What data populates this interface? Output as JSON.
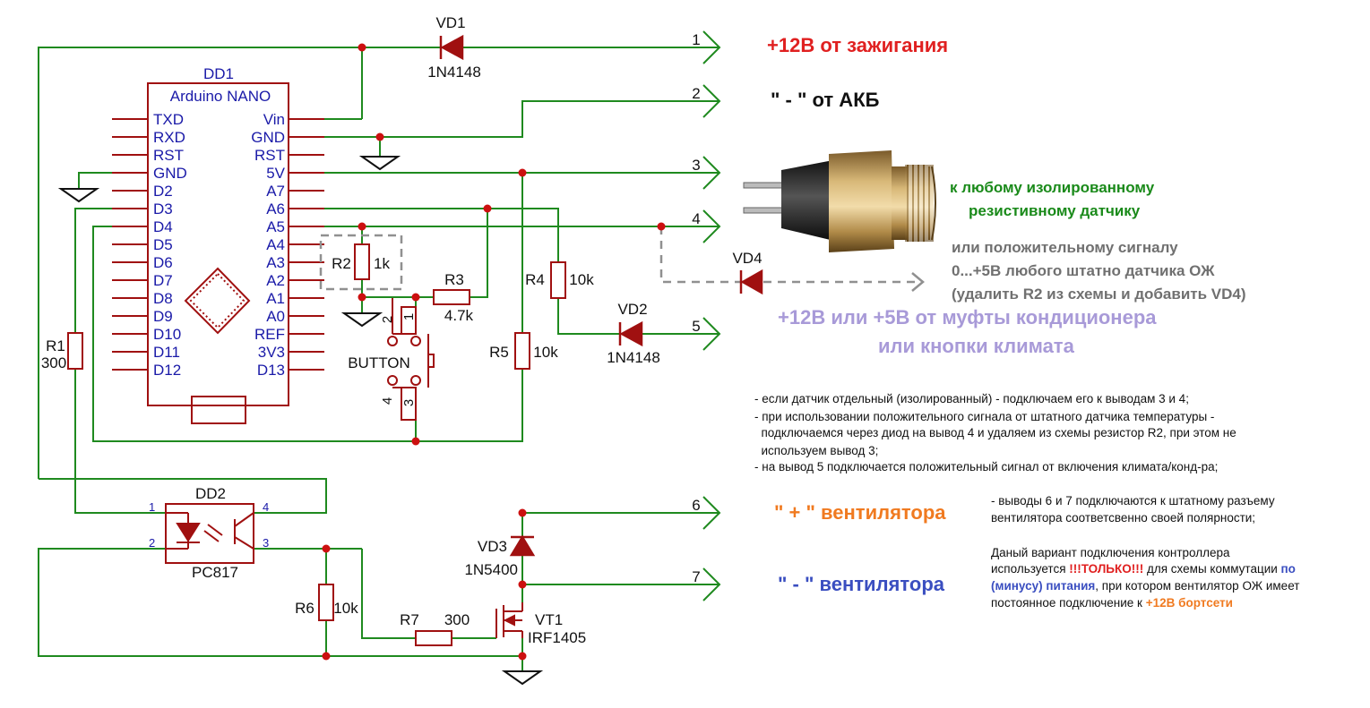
{
  "colors": {
    "wire_green": "#1f8a1f",
    "comp_red": "#a01010",
    "pin_blue": "#1a1aa8",
    "red": "#e02020",
    "green": "#1a8a1a",
    "gray": "#707070",
    "lavender": "#a89ad8",
    "orange": "#f07a20",
    "blue": "#3a4ec0"
  },
  "connectors": [
    "1",
    "2",
    "3",
    "4",
    "5",
    "6",
    "7"
  ],
  "labels": {
    "c1": "+12В от зажигания",
    "c2": "\" - \" от АКБ",
    "sensor_a": "к любому изолированному",
    "sensor_b": "резистивному датчику",
    "alt_a": "или положительному сигналу",
    "alt_b": "0...+5В любого штатно датчика ОЖ",
    "alt_c": "(удалить R2 из схемы и добавить VD4)",
    "c5_a": "+12В или +5В от муфты кондиционера",
    "c5_b": "или кнопки климата",
    "fan_plus": "\" + \" вентилятора",
    "fan_minus": "\" - \" вентилятора"
  },
  "mcu": {
    "ref": "DD1",
    "name": "Arduino NANO",
    "left_pins": [
      "TXD",
      "RXD",
      "RST",
      "GND",
      "D2",
      "D3",
      "D4",
      "D5",
      "D6",
      "D7",
      "D8",
      "D9",
      "D10",
      "D11",
      "D12"
    ],
    "right_pins": [
      "Vin",
      "GND",
      "RST",
      "5V",
      "A7",
      "A6",
      "A5",
      "A4",
      "A3",
      "A2",
      "A1",
      "A0",
      "REF",
      "3V3",
      "D13"
    ]
  },
  "parts": {
    "vd1": {
      "ref": "VD1",
      "val": "1N4148"
    },
    "vd2": {
      "ref": "VD2",
      "val": "1N4148"
    },
    "vd3": {
      "ref": "VD3",
      "val": "1N5400"
    },
    "vd4": {
      "ref": "VD4"
    },
    "r1": {
      "ref": "R1",
      "val": "300"
    },
    "r2": {
      "ref": "R2",
      "val": "1k"
    },
    "r3": {
      "ref": "R3",
      "val": "4.7k"
    },
    "r4": {
      "ref": "R4",
      "val": "10k"
    },
    "r5": {
      "ref": "R5",
      "val": "10k"
    },
    "r6": {
      "ref": "R6",
      "val": "10k"
    },
    "r7": {
      "ref": "R7",
      "val": "300"
    },
    "button": {
      "ref": "BUTTON",
      "pins": [
        "2",
        "1",
        "4",
        "3"
      ]
    },
    "dd2": {
      "ref": "DD2",
      "val": "PC817",
      "pins": [
        "1",
        "2",
        "4",
        "3"
      ]
    },
    "vt1": {
      "ref": "VT1",
      "val": "IRF1405"
    }
  },
  "notes": {
    "n1": "- если датчик отдельный (изолированный) - подключаем его к выводам 3 и 4;",
    "n2": "- при использовании положительного сигнала от штатного датчика температуры -",
    "n3": "  подключаемся через диод на вывод 4 и удаляем из схемы резистор R2, при этом не",
    "n4": "  используем вывод 3;",
    "n5": "- на вывод 5 подключается положительный сигнал от включения климата/конд-ра;",
    "n6": "- выводы 6 и 7 подключаются к штатному разъему",
    "n7": "вентилятора соответсвенно своей полярности;",
    "n8": "Даный вариант подключения контроллера",
    "n9a": "используется ",
    "n9b": "!!!ТОЛЬКО!!!",
    "n9c": " для схемы коммутации ",
    "n9d": "по",
    "n10a": "(минусу) питания",
    "n10b": ", при котором вентилятор ОЖ имеет",
    "n11a": "постоянное подключение к ",
    "n11b": "+12В бортсети"
  }
}
